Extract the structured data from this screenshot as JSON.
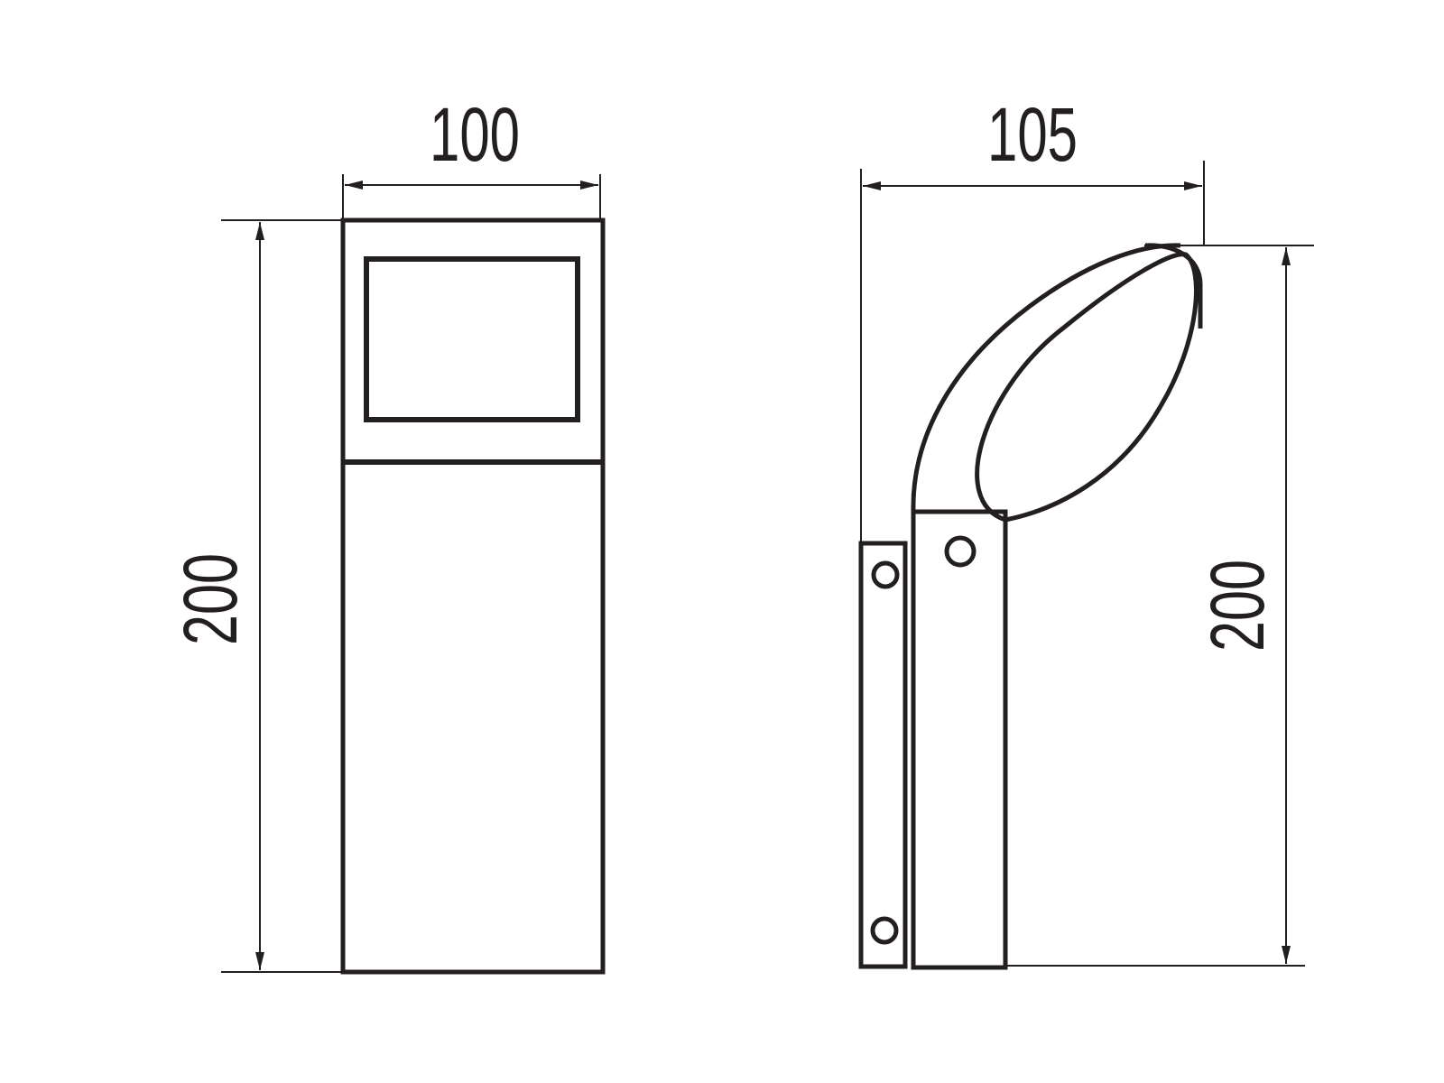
{
  "front_view": {
    "width_label": "100",
    "height_label": "200"
  },
  "side_view": {
    "width_label": "105",
    "height_label": "200"
  },
  "colors": {
    "line": "#231f20",
    "background": "#ffffff"
  }
}
